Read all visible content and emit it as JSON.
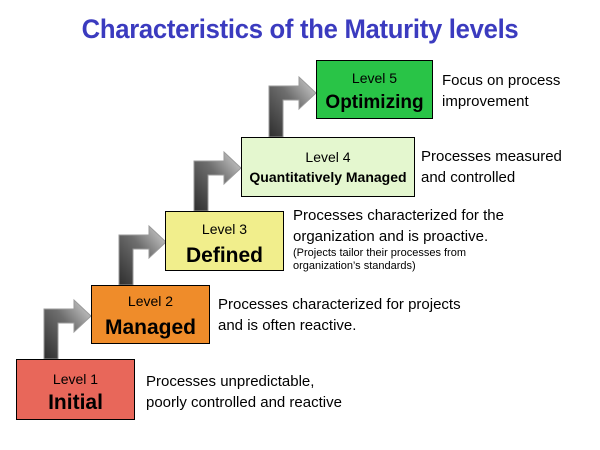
{
  "title": "Characteristics of the Maturity levels",
  "levels": [
    {
      "label": "Level 1",
      "name": "Initial",
      "color": "#e8675a",
      "description": [
        "Processes unpredictable,",
        "poorly controlled and reactive"
      ],
      "note": []
    },
    {
      "label": "Level 2",
      "name": "Managed",
      "color": "#ef8c2a",
      "description": [
        "Processes characterized for projects",
        "and is often reactive."
      ],
      "note": []
    },
    {
      "label": "Level 3",
      "name": "Defined",
      "color": "#f1ee8c",
      "description": [
        "Processes characterized for the",
        "organization and is proactive."
      ],
      "note": [
        "(Projects tailor their processes from",
        "organization’s standards)"
      ]
    },
    {
      "label": "Level 4",
      "name": "Quantitatively Managed",
      "color": "#e4f7cf",
      "description": [
        "Processes measured",
        "and controlled"
      ],
      "note": []
    },
    {
      "label": "Level 5",
      "name": "Optimizing",
      "color": "#29c447",
      "description": [
        "Focus on process",
        "improvement"
      ],
      "note": []
    }
  ],
  "colors": {
    "title": "#3b3bbf",
    "arrow_gradient_start": "#2e2e2e",
    "arrow_gradient_end": "#d0d0d0"
  }
}
